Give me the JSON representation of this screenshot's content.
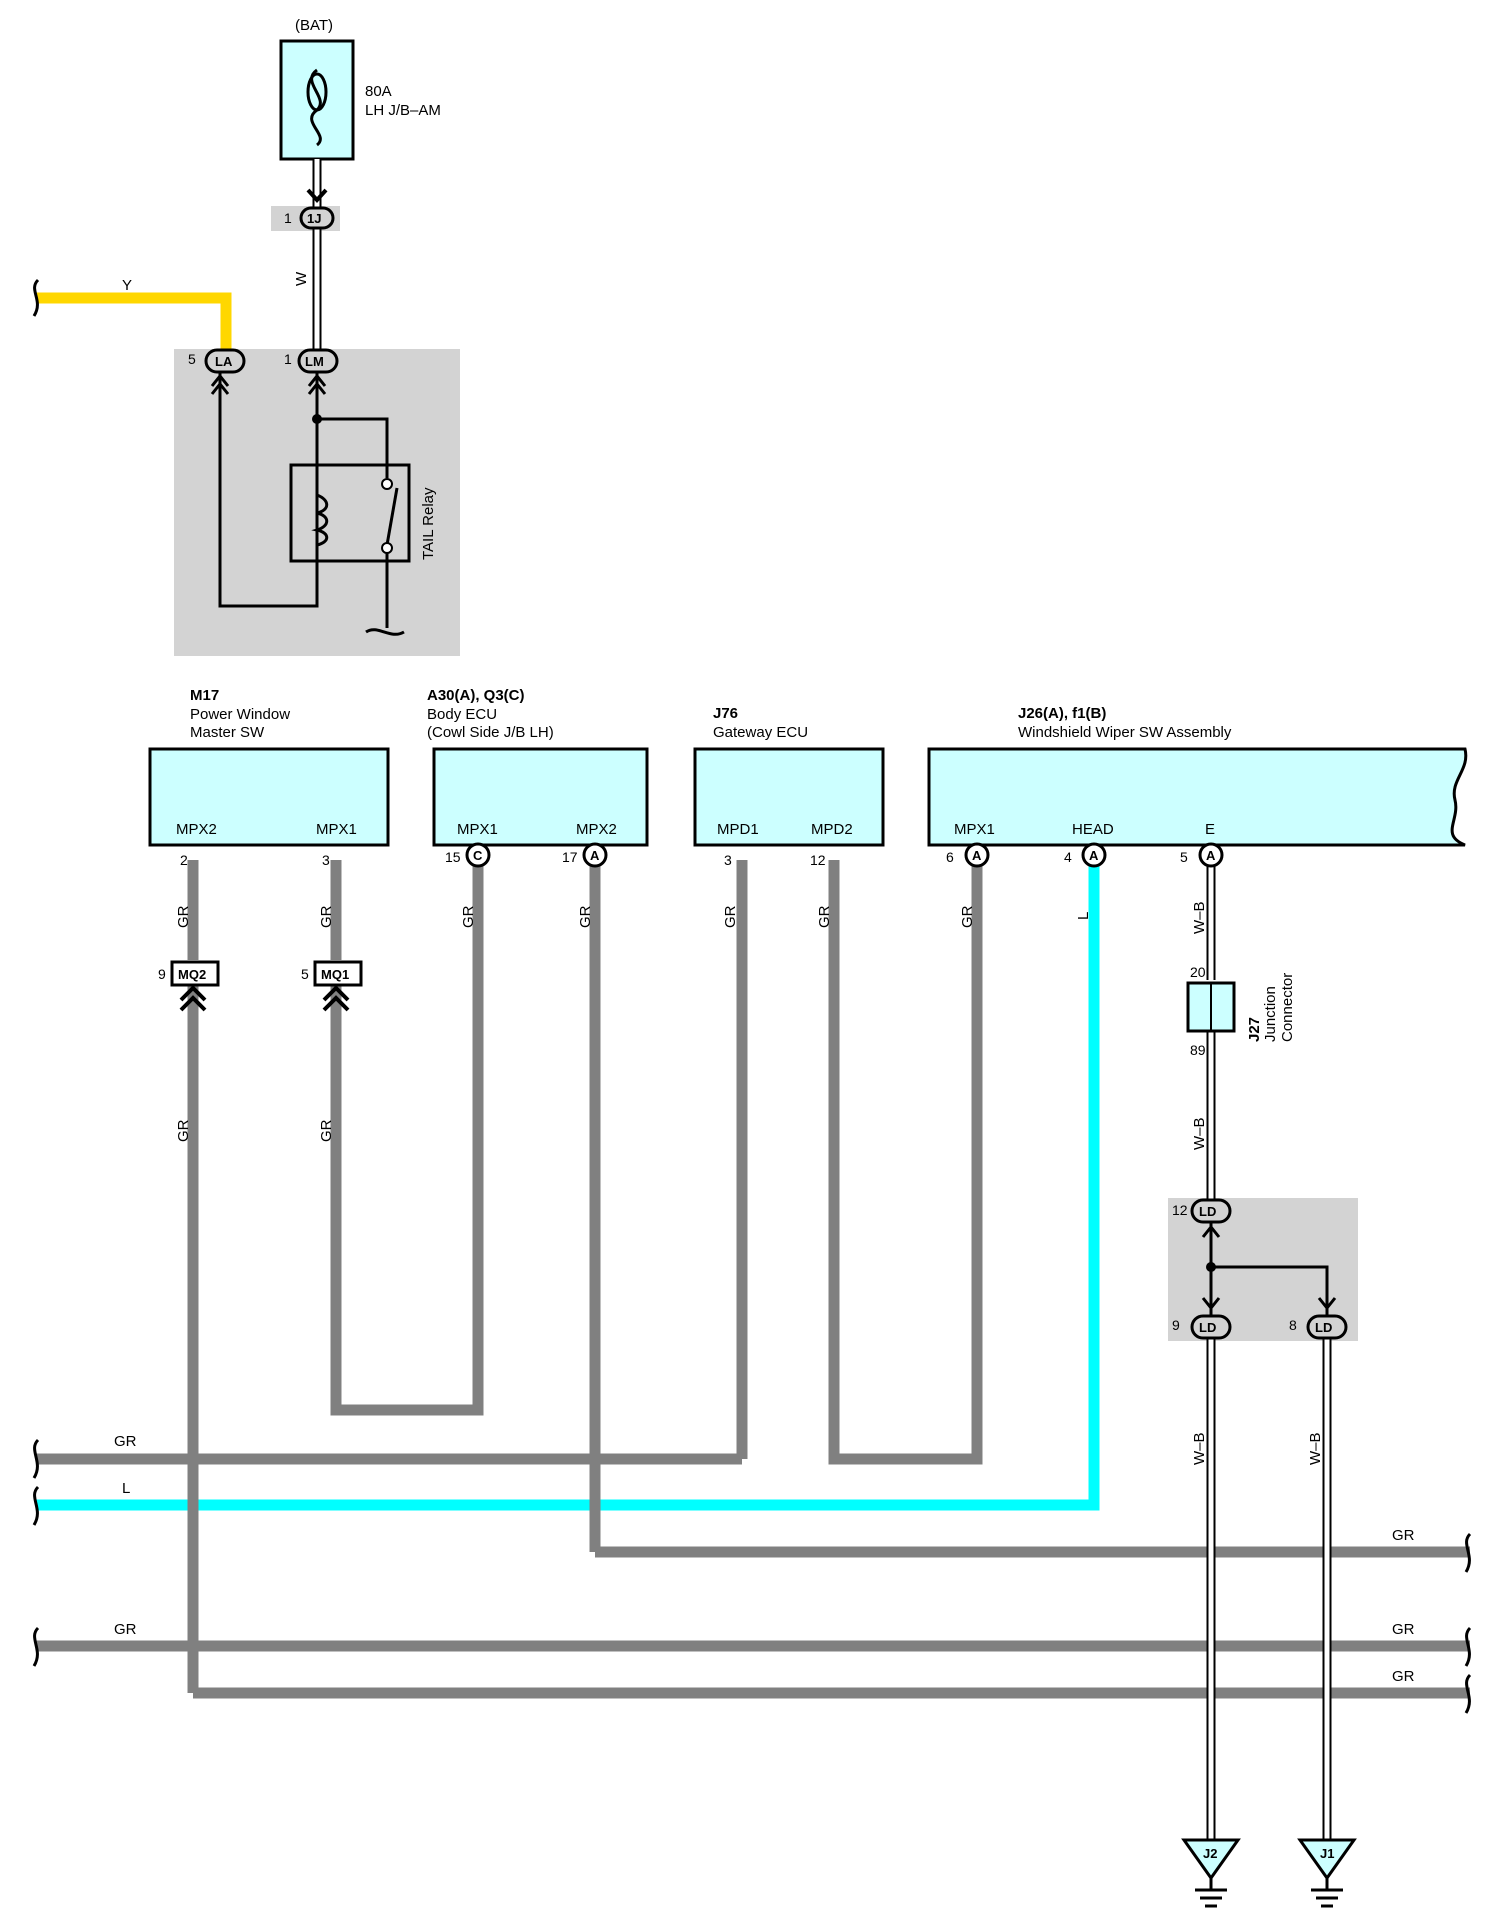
{
  "battery": {
    "label": "(BAT)",
    "fuse_rating": "80A",
    "fuse_name": "LH J/B–AM"
  },
  "connector_1j": {
    "pin": "1",
    "tag": "1J"
  },
  "relay": {
    "name": "TAIL Relay",
    "pin_la": {
      "pin": "5",
      "tag": "LA"
    },
    "pin_lm": {
      "pin": "1",
      "tag": "LM"
    }
  },
  "wire_colors": {
    "W": "W",
    "Y": "Y",
    "GR": "GR",
    "L": "L",
    "WB": "W–B"
  },
  "components": {
    "m17": {
      "code": "M17",
      "name_line1": "Power Window",
      "name_line2": "Master SW",
      "terminals": [
        "MPX2",
        "MPX1"
      ],
      "pins": [
        "2",
        "3"
      ]
    },
    "body_ecu": {
      "code": "A30(A), Q3(C)",
      "name_line1": "Body ECU",
      "name_line2": "(Cowl Side J/B LH)",
      "terminals": [
        "MPX1",
        "MPX2"
      ],
      "pins": [
        "15",
        "17"
      ],
      "pin_tags": [
        "C",
        "A"
      ]
    },
    "gateway": {
      "code": "J76",
      "name_line1": "Gateway ECU",
      "terminals": [
        "MPD1",
        "MPD2"
      ],
      "pins": [
        "3",
        "12"
      ]
    },
    "wiper": {
      "code": "J26(A), f1(B)",
      "name_line1": "Windshield Wiper SW Assembly",
      "terminals": [
        "MPX1",
        "HEAD",
        "E"
      ],
      "pins": [
        "6",
        "4",
        "5"
      ],
      "pin_tags": [
        "A",
        "A",
        "A"
      ]
    }
  },
  "inline_connectors": {
    "mq2": {
      "pin": "9",
      "tag": "MQ2"
    },
    "mq1": {
      "pin": "5",
      "tag": "MQ1"
    }
  },
  "junction_connector": {
    "code": "J27",
    "name_line1": "Junction",
    "name_line2": "Connector",
    "pin_top": "20",
    "pin_bottom": "89"
  },
  "ld_junction": {
    "top": {
      "pin": "12",
      "tag": "LD"
    },
    "left": {
      "pin": "9",
      "tag": "LD"
    },
    "right": {
      "pin": "8",
      "tag": "LD"
    }
  },
  "grounds": {
    "j2": "J2",
    "j1": "J1"
  }
}
